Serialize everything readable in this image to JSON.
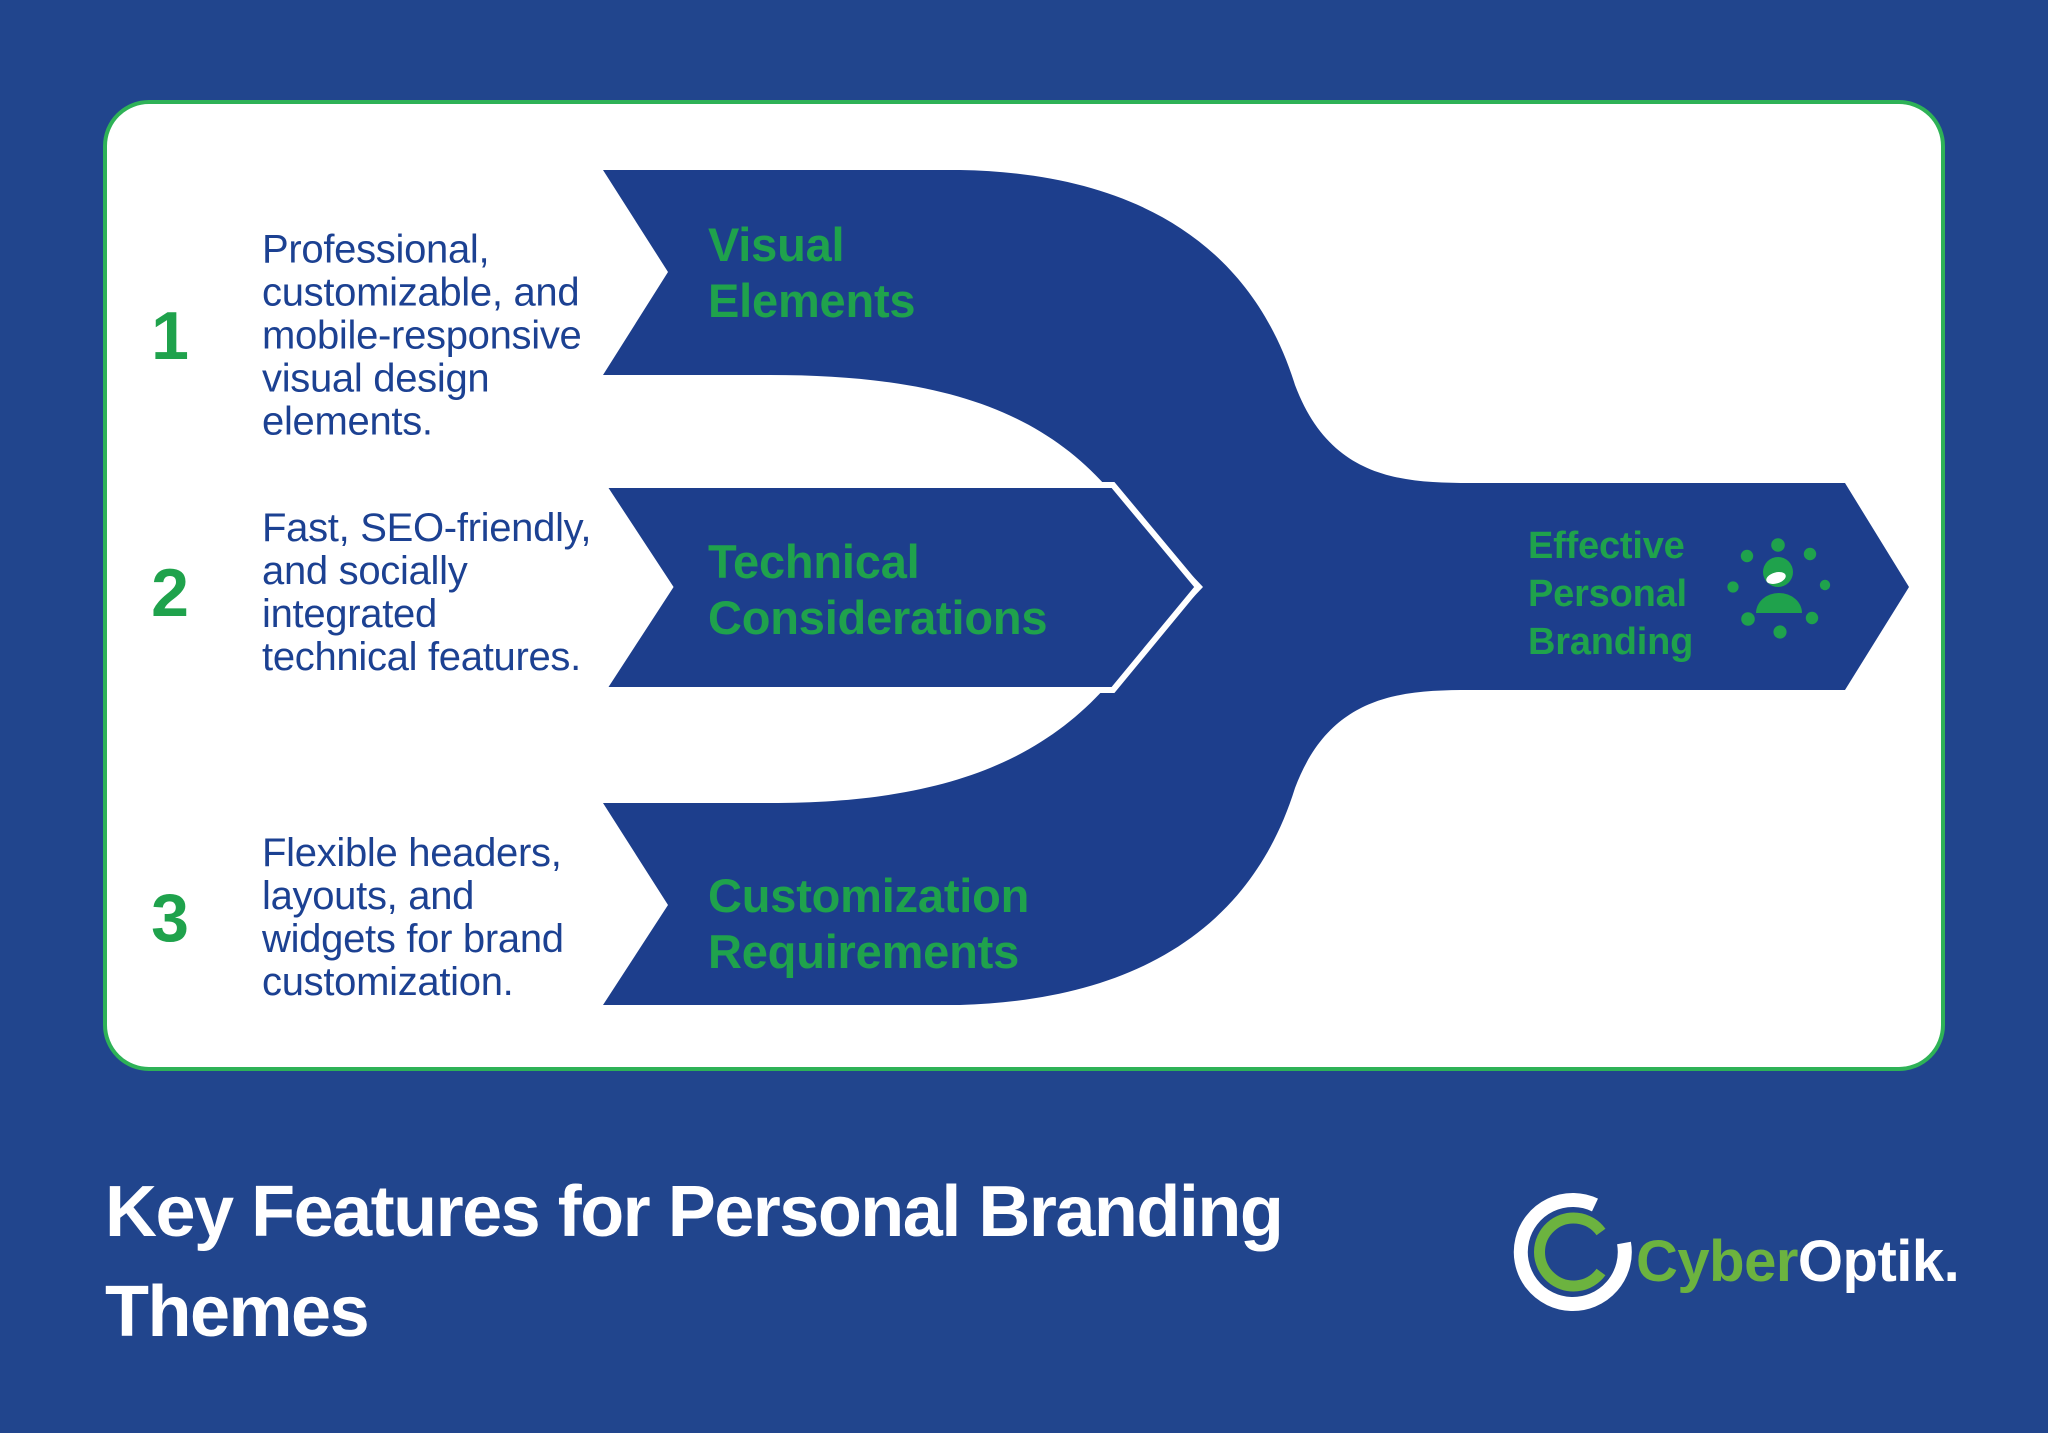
{
  "diagram": {
    "items": [
      {
        "number": "1",
        "description": "Professional,\ncustomizable, and\nmobile-responsive\nvisual design\nelements.",
        "label": "Visual\nElements"
      },
      {
        "number": "2",
        "description": "Fast, SEO-friendly,\nand socially\nintegrated\ntechnical features.",
        "label": "Technical\nConsiderations"
      },
      {
        "number": "3",
        "description": "Flexible headers,\nlayouts, and\nwidgets for brand\ncustomization.",
        "label": "Customization\nRequirements"
      }
    ],
    "result": {
      "label": "Effective\nPersonal\nBranding",
      "icon": "person-network-icon"
    }
  },
  "footer": {
    "title": "Key Features for Personal Branding\nThemes",
    "logo": {
      "cyber": "Cyber",
      "optik": "Optik.",
      "mark_icon": "cyberoptik-ring-mark"
    }
  },
  "colors": {
    "background": "#21458d",
    "band": "#1d3e8c",
    "green": "#1fa24c",
    "logo_green": "#6cb33f",
    "card_border": "#2eb257",
    "description_text": "#1c4192",
    "title_text": "#ffffff"
  }
}
